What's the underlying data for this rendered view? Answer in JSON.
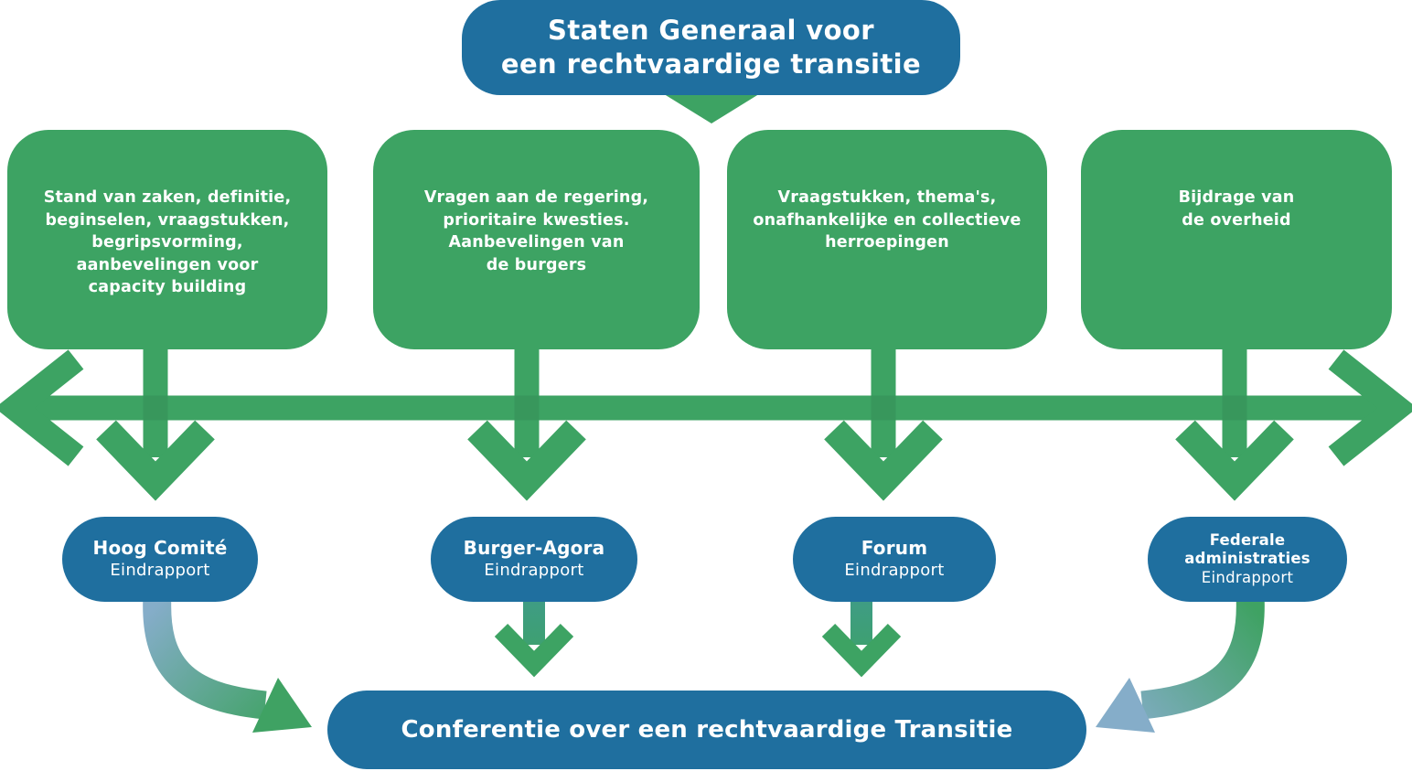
{
  "title": {
    "text": "Staten Generaal voor\neen rechtvaardige transitie"
  },
  "columns": [
    {
      "box_text": "Stand van zaken, definitie,\nbeginselen, vraagstukken,\nbegripsvorming,\naanbevelingen voor\ncapacity building",
      "pill_title": "Hoog Comité",
      "pill_subtitle": "Eindrapport"
    },
    {
      "box_text": "Vragen aan de regering,\nprioritaire kwesties.\nAanbevelingen van\nde burgers",
      "pill_title": "Burger-Agora",
      "pill_subtitle": "Eindrapport"
    },
    {
      "box_text": "Vraagstukken, thema's,\nonafhankelijke en collectieve\nherroepingen",
      "pill_title": "Forum",
      "pill_subtitle": "Eindrapport"
    },
    {
      "box_text": "Bijdrage van\nde overheid",
      "pill_title": "Federale\nadministraties",
      "pill_subtitle": "Eindrapport"
    }
  ],
  "footer": {
    "label": "Conferentie over een rechtvaardige Transitie"
  },
  "colors": {
    "green": "#3DA363",
    "blue": "#1F6F9F",
    "arrow_gradient_blue": "#85ADC9",
    "text": "#FFFFFF",
    "background": "#FFFFFF"
  }
}
